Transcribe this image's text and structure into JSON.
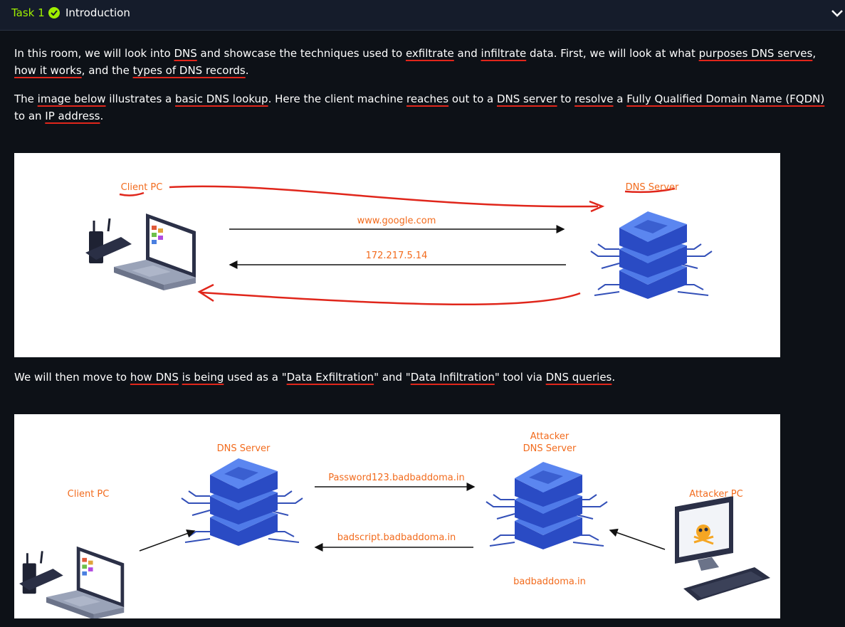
{
  "header": {
    "task_label": "Task 1",
    "title": "Introduction"
  },
  "paragraphs": {
    "p1": [
      "In this room, we will look into ",
      "DNS",
      " and showcase the techniques used to ",
      "exfiltrate",
      " and ",
      "infiltrate",
      " data. First, we will look at what ",
      "purposes DNS serves",
      ", ",
      "how it works",
      ", and the ",
      "types of DNS records",
      "."
    ],
    "p2": [
      "The ",
      "image below",
      " illustrates a ",
      "basic DNS lookup",
      ". Here the client machine ",
      "reaches",
      " out to a ",
      "DNS server",
      " to ",
      "resolve",
      " a ",
      "Fully Qualified Domain Name (FQDN)",
      " to an ",
      "IP address",
      "."
    ],
    "p3": [
      "We will then move to ",
      "how DNS",
      " ",
      "is being",
      " used as a \"",
      "Data Exfiltration",
      "\" and \"",
      "Data Infiltration",
      "\" tool via ",
      "DNS queries",
      "."
    ]
  },
  "diagram1": {
    "client_label": "Client PC",
    "server_label": "DNS Server",
    "query": "www.google.com",
    "response": "172.217.5.14"
  },
  "diagram2": {
    "client_label": "Client PC",
    "dns_server_label": "DNS Server",
    "attacker_server_label_1": "Attacker",
    "attacker_server_label_2": "DNS Server",
    "attacker_pc_label": "Attacker PC",
    "exfil_query": "Password123.badbaddoma.in",
    "infil_response": "badscript.badbaddoma.in",
    "attacker_domain": "badbaddoma.in"
  },
  "colors": {
    "accent": "#9fef00",
    "label_orange": "#f26b1d",
    "annotation_red": "#e0261b",
    "server_blue": "#3a63d8"
  },
  "icons": {
    "check": "check-circle-icon",
    "collapse": "chevron-down-icon"
  }
}
